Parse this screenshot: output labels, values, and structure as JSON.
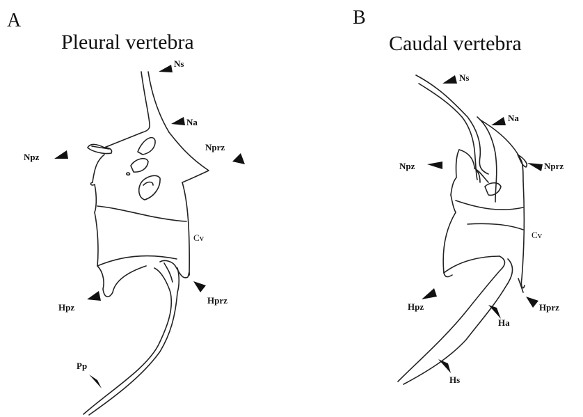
{
  "panels": [
    {
      "letter": "A",
      "title": "Pleural vertebra",
      "labels": {
        "ns": "Ns",
        "na": "Na",
        "npz": "Npz",
        "nprz": "Nprz",
        "cv": "Cv",
        "hpz": "Hpz",
        "hprz": "Hprz",
        "pp": "Pp"
      }
    },
    {
      "letter": "B",
      "title": "Caudal vertebra",
      "labels": {
        "ns": "Ns",
        "na": "Na",
        "npz": "Npz",
        "nprz": "Nprz",
        "cv": "Cv",
        "hpz": "Hpz",
        "hprz": "Hprz",
        "ha": "Ha",
        "hs": "Hs"
      }
    }
  ]
}
